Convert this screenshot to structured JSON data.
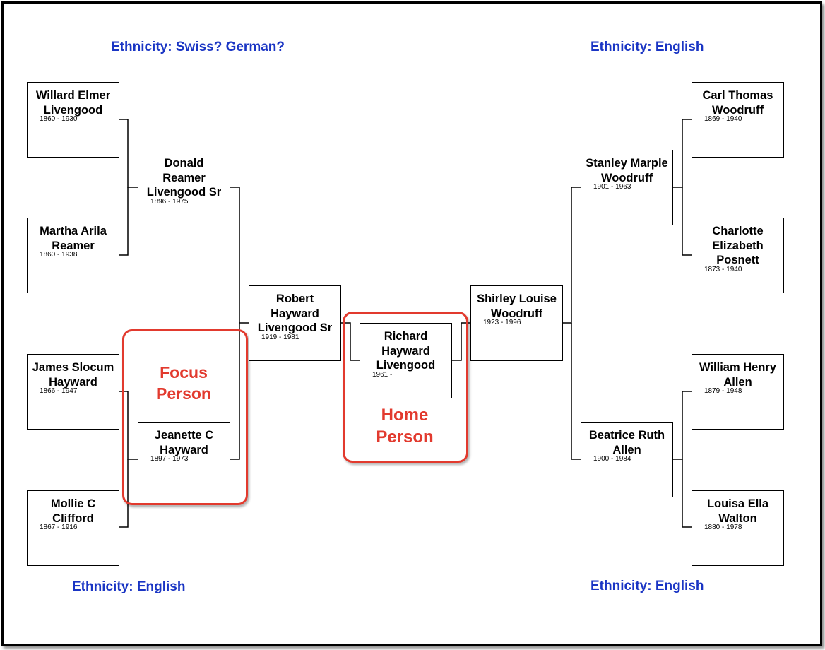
{
  "ethnicity": {
    "top_left": "Ethnicity: Swiss? German?",
    "top_right": "Ethnicity: English",
    "bottom_left": "Ethnicity: English",
    "bottom_right": "Ethnicity: English"
  },
  "callouts": {
    "focus_line1": "Focus",
    "focus_line2": "Person",
    "home_line1": "Home",
    "home_line2": "Person"
  },
  "colors": {
    "ethnicity_text": "#1a35c4",
    "highlight": "#e23a2e"
  },
  "people": {
    "willard": {
      "name": "Willard Elmer Livengood",
      "years": "1860 - 1930"
    },
    "martha": {
      "name": "Martha Arila Reamer",
      "years": "1860 - 1938"
    },
    "james": {
      "name": "James Slocum Hayward",
      "years": "1866 - 1947"
    },
    "mollie": {
      "name": "Mollie C Clifford",
      "years": "1867 - 1916"
    },
    "donald": {
      "name": "Donald Reamer Livengood Sr",
      "years": "1896 - 1975"
    },
    "jeanette": {
      "name": "Jeanette C Hayward",
      "years": "1897 - 1973"
    },
    "robert": {
      "name": "Robert Hayward Livengood Sr",
      "years": "1919 - 1981"
    },
    "richard": {
      "name": "Richard Hayward Livengood",
      "years": "1961 -"
    },
    "shirley": {
      "name": "Shirley Louise Woodruff",
      "years": "1923 - 1996"
    },
    "stanley": {
      "name": "Stanley Marple Woodruff",
      "years": "1901 - 1963"
    },
    "beatrice": {
      "name": "Beatrice Ruth Allen",
      "years": "1900 - 1984"
    },
    "carl": {
      "name": "Carl Thomas Woodruff",
      "years": "1869 - 1940"
    },
    "charlotte": {
      "name": "Charlotte Elizabeth Posnett",
      "years": "1873 - 1940"
    },
    "william": {
      "name": "William Henry Allen",
      "years": "1879 - 1948"
    },
    "louisa": {
      "name": "Louisa Ella Walton",
      "years": "1880 - 1978"
    }
  }
}
